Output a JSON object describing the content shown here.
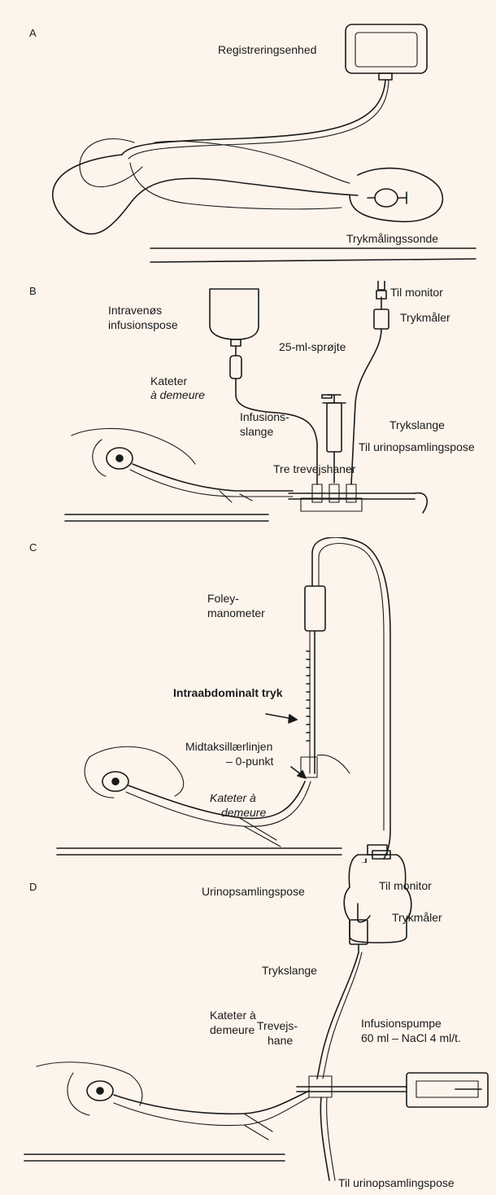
{
  "panels": {
    "a": {
      "letter": "A",
      "recorder": "Registreringsenhed",
      "probe": "Trykmålingssonde"
    },
    "b": {
      "letter": "B",
      "iv_bag": [
        "Intravenøs",
        "infusionspose"
      ],
      "to_monitor": "Til monitor",
      "pressure_gauge": "Trykmåler",
      "syringe": "25-ml-sprøjte",
      "catheter_line1": "Kateter",
      "catheter_line2": "à demeure",
      "infusion_tube": [
        "Infusions-",
        "slange"
      ],
      "pressure_tube": "Trykslange",
      "to_urine_bag": "Til urinopsamlingspose",
      "three_way": "Tre trevejshaner"
    },
    "c": {
      "letter": "C",
      "foley": [
        "Foley-",
        "manometer"
      ],
      "iap": "Intraabdominalt tryk",
      "midaxillary": [
        "Midtaksillærlinjen",
        "– 0-punkt"
      ],
      "catheter": [
        "Kateter à",
        "demeure"
      ],
      "urine_bag": "Urinopsamlingspose"
    },
    "d": {
      "letter": "D",
      "to_monitor": "Til monitor",
      "pressure_gauge": "Trykmåler",
      "pressure_tube": "Trykslange",
      "catheter": [
        "Kateter à",
        "demeure"
      ],
      "three_way": [
        "Trevejs-",
        "hane"
      ],
      "pump": [
        "Infusionspumpe",
        "60 ml – NaCl 4 ml/t."
      ],
      "to_urine_bag": "Til urinopsamlingspose"
    }
  }
}
